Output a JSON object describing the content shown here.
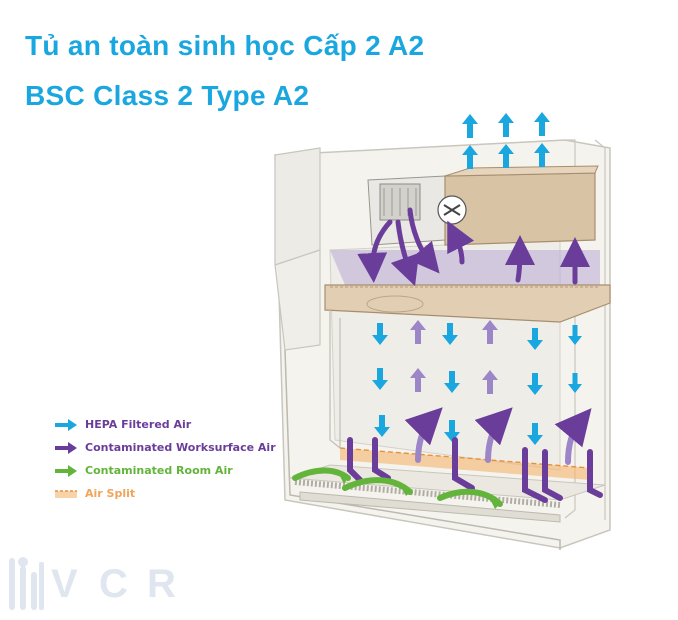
{
  "title_line1": "Tủ an toàn sinh học Cấp 2 A2",
  "title_line2": "BSC Class 2 Type A2",
  "legend": [
    {
      "label": "HEPA Filtered Air",
      "icon": "blue-arrow-icon",
      "color": "#1aa7e0"
    },
    {
      "label": "Contaminated Worksurface Air",
      "icon": "purple-arrow-icon",
      "color": "#6a3d9a"
    },
    {
      "label": "Contaminated Room Air",
      "icon": "green-arrow-icon",
      "color": "#62b43a"
    },
    {
      "label": "Air Split",
      "icon": "orange-dashed-band-icon",
      "color": "#f0a55a"
    }
  ],
  "logo": {
    "letters": [
      "V",
      "C",
      "R"
    ],
    "color": "#dfe6ef"
  }
}
